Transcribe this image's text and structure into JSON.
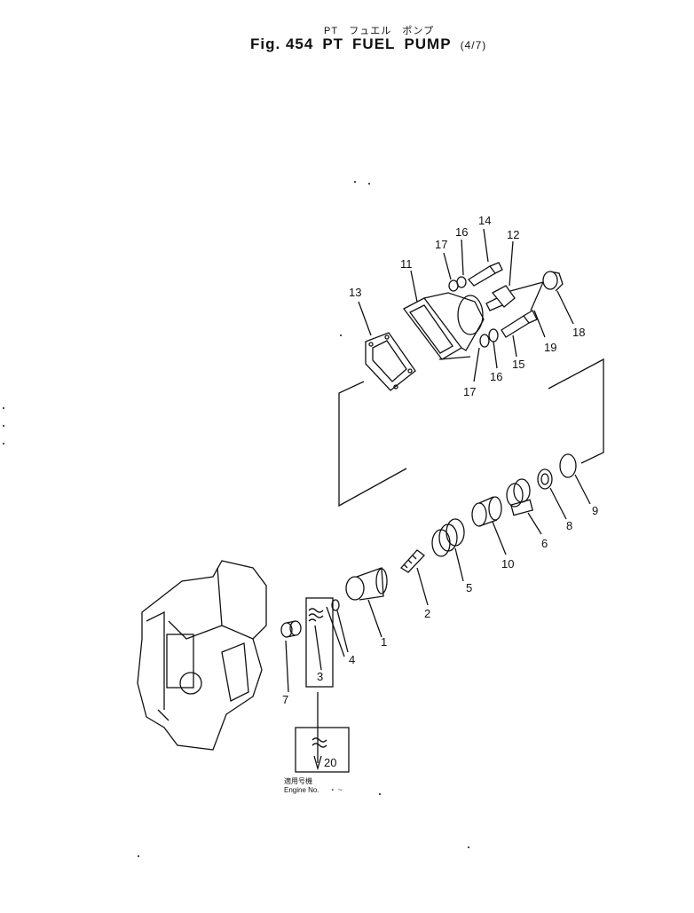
{
  "header": {
    "subtitle_pt": "PT",
    "subtitle_jp1": "フュエル",
    "subtitle_jp2": "ポンプ",
    "fig": "Fig. 454",
    "t1": "PT",
    "t2": "FUEL",
    "t3": "PUMP",
    "sheet": "(4/7)"
  },
  "parts": [
    "1",
    "2",
    "3",
    "4",
    "5",
    "6",
    "7",
    "8",
    "9",
    "10",
    "11",
    "12",
    "13",
    "14",
    "15",
    "16",
    "17",
    "18",
    "19",
    "20",
    "16",
    "17"
  ],
  "engine_note": {
    "jp": "適用号機",
    "en": "Engine No.",
    "range": "・ ~"
  }
}
